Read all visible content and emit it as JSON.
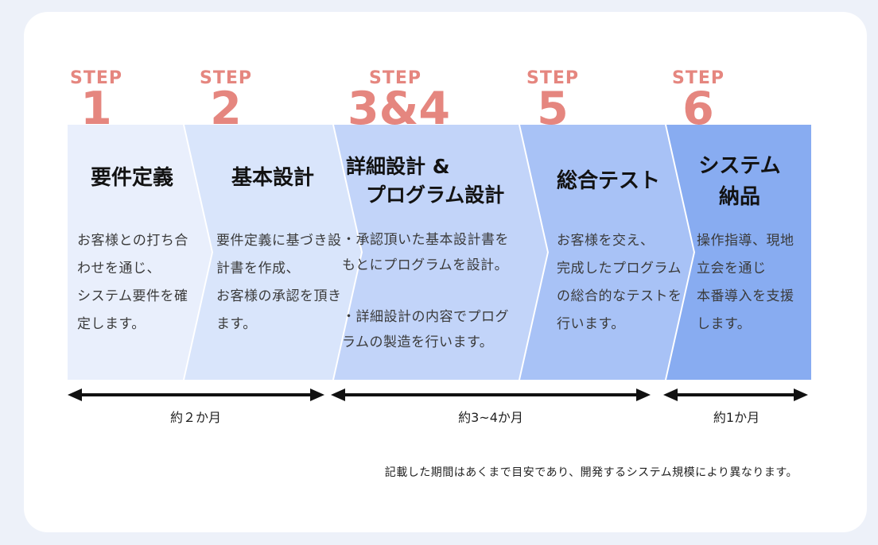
{
  "colors": {
    "page_bg": "#EDF1F9",
    "card_bg": "#FFFFFF",
    "accent": "#E5867F",
    "title_text": "#121212",
    "body_text": "#3A3A3A",
    "arrow": "#111111"
  },
  "steps": [
    {
      "step_word": "STEP",
      "number": "1",
      "title": "要件定義",
      "body": "お客様との打ち合\nわせを通じ、\nシステム要件を確\n定します。",
      "fill": "#E9EFFC"
    },
    {
      "step_word": "STEP",
      "number": "2",
      "title": "基本設計",
      "body": "要件定義に基づき設\n計書を作成、\nお客様の承認を頂き\nます。",
      "fill": "#D9E5FB"
    },
    {
      "step_word": "STEP",
      "number": "3&4",
      "title": "詳細設計 &\n　プログラム設計",
      "body": "・承認頂いた基本設計書を\nもとにプログラムを設計。\n\n・詳細設計の内容でプログ\nラムの製造を行います。",
      "fill": "#C2D4F9"
    },
    {
      "step_word": "STEP",
      "number": "5",
      "title": "総合テスト",
      "body": "お客様を交え、\n完成したプログラム\nの総合的なテストを\n行います。",
      "fill": "#A8C2F6"
    },
    {
      "step_word": "STEP",
      "number": "6",
      "title": "システム\n納品",
      "body": "操作指導、現地\n立会を通じ\n本番導入を支援\nします。",
      "fill": "#88ACF1"
    }
  ],
  "durations": [
    {
      "label": "約２か月"
    },
    {
      "label": "約3~4か月"
    },
    {
      "label": "約1か月"
    }
  ],
  "footnote": "記載した期間はあくまで目安であり、開発するシステム規模により異なります。"
}
